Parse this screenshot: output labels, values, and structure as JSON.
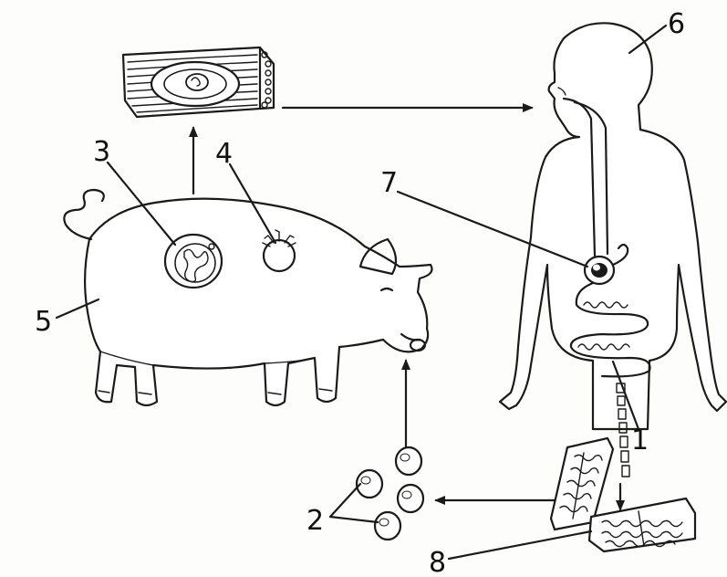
{
  "diagram": {
    "labels": {
      "l1": "1",
      "l2": "2",
      "l3": "3",
      "l4": "4",
      "l5": "5",
      "l6": "6",
      "l7": "7",
      "l8": "8"
    },
    "colors": {
      "ink": "#1a1a1a",
      "background": "#fdfdfb"
    }
  }
}
